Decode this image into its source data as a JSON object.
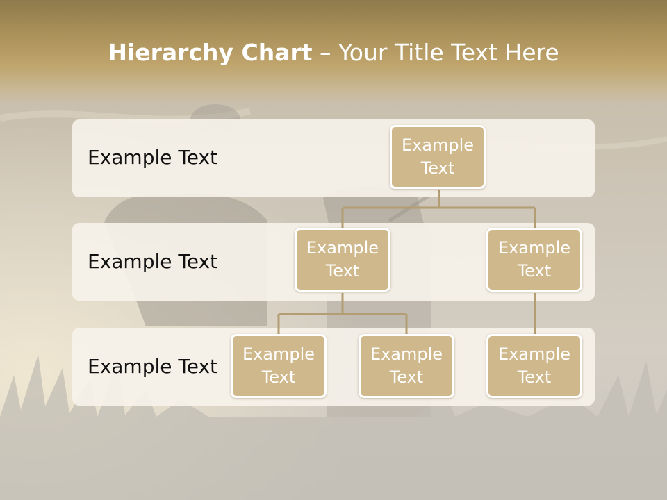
{
  "title": {
    "bold": "Hierarchy Chart",
    "rest": " – Your Title Text Here"
  },
  "rows": [
    {
      "label": "Example Text"
    },
    {
      "label": "Example Text"
    },
    {
      "label": "Example Text"
    }
  ],
  "nodes": {
    "root": "Example\nText",
    "level2_left": "Example\nText",
    "level2_right": "Example\nText",
    "level3_a": "Example\nText",
    "level3_b": "Example\nText",
    "level3_c": "Example\nText"
  },
  "colors": {
    "node_fill": "#cfb88b",
    "connector": "#b39d72",
    "title_band": "#a88f58"
  }
}
